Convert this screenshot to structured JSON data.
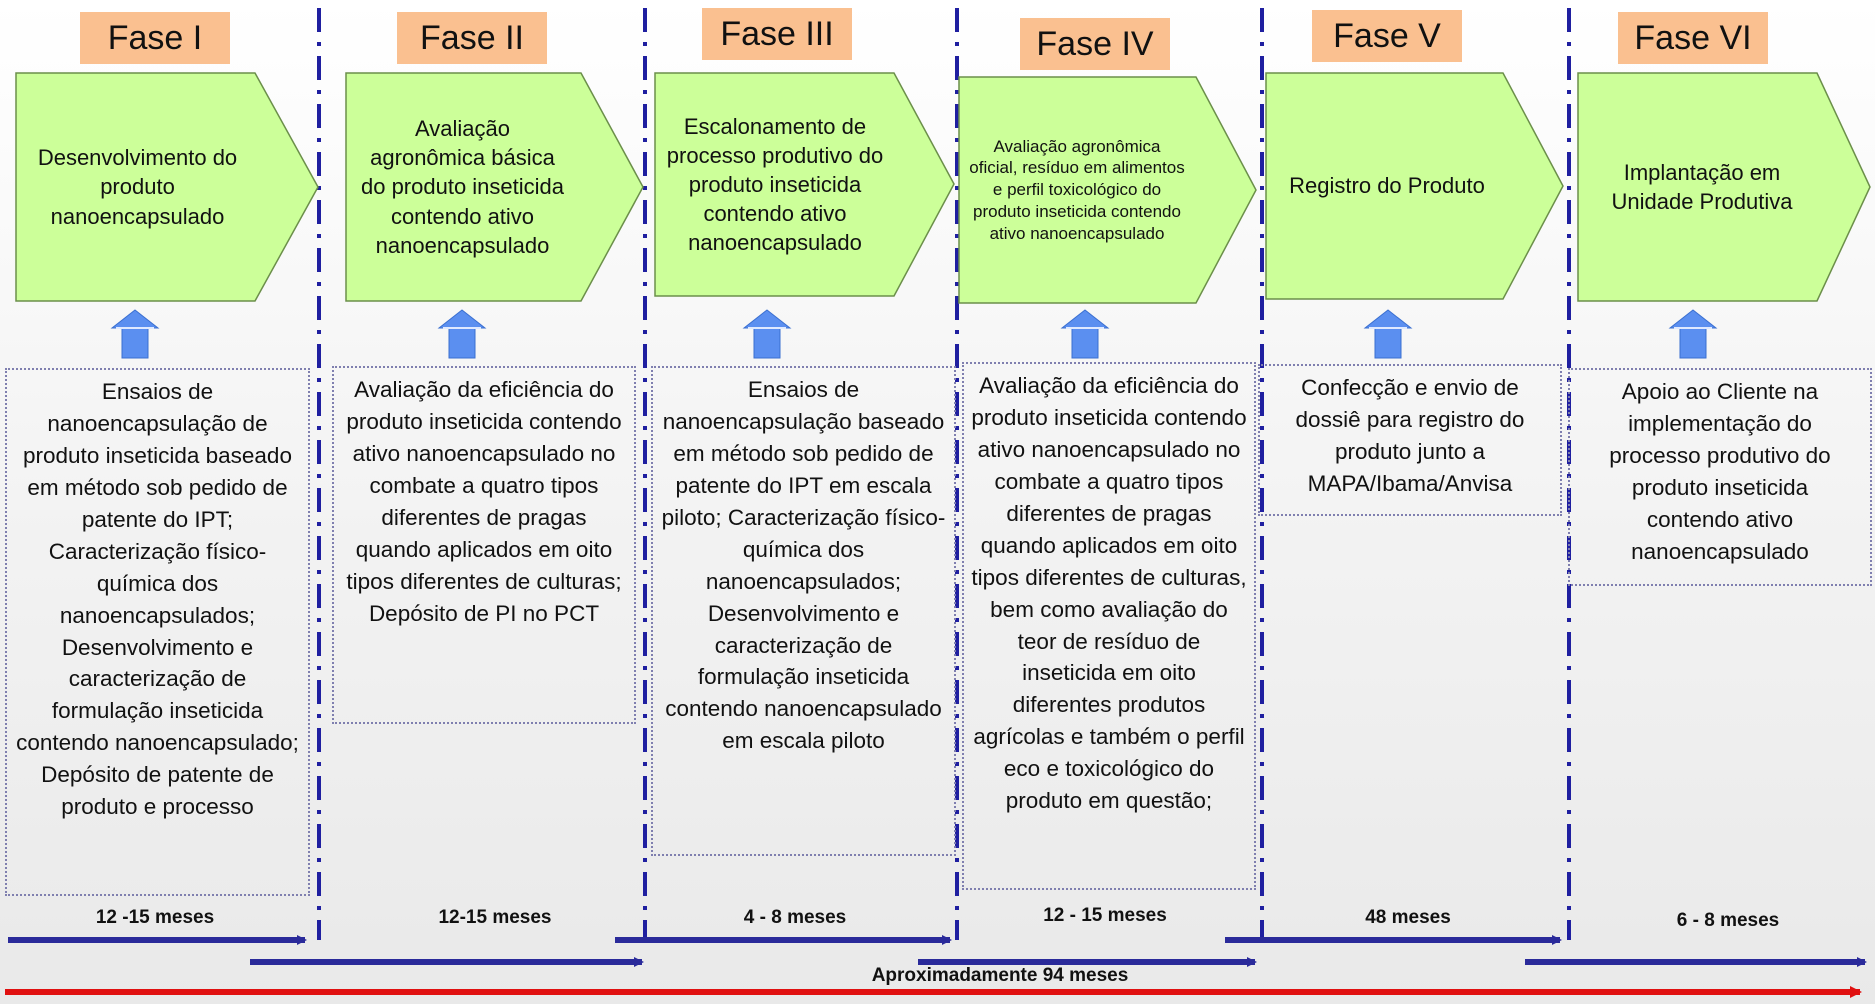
{
  "colors": {
    "phase_label_bg": "#fac090",
    "arrow_fill": "#ccff99",
    "up_arrow_fill": "#5b8ff0",
    "divider": "#1f1fa0",
    "phase_timeline_arrow": "#2a2a9a",
    "total_timeline_arrow": "#e01010"
  },
  "phases": [
    {
      "label": "Fase I",
      "title": "Desenvolvimento do produto nanoencapsulado",
      "description": "Ensaios de nanoencapsulação de produto inseticida baseado em método sob pedido de patente do IPT; Caracterização físico-química dos nanoencapsulados; Desenvolvimento e caracterização de formulação inseticida contendo nanoencapsulado; Depósito de patente de produto e processo",
      "duration": "12 -15  meses"
    },
    {
      "label": "Fase II",
      "title": "Avaliação agronômica básica do produto inseticida contendo ativo nanoencapsulado",
      "description": "Avaliação da eficiência do produto inseticida contendo ativo nanoencapsulado no combate a quatro tipos diferentes de pragas quando aplicados em oito tipos diferentes de culturas; Depósito de PI no PCT",
      "duration": "12-15 meses"
    },
    {
      "label": "Fase III",
      "title": "Escalonamento de processo produtivo do produto inseticida contendo ativo nanoencapsulado",
      "description": "Ensaios de nanoencapsulação baseado em método sob pedido de patente do IPT em escala piloto; Caracterização físico-química dos nanoencapsulados; Desenvolvimento e caracterização de formulação inseticida contendo nanoencapsulado em escala piloto",
      "duration": "4 - 8 meses"
    },
    {
      "label": "Fase IV",
      "title": "Avaliação agronômica oficial, resíduo em alimentos e perfil toxicológico do produto inseticida contendo ativo nanoencapsulado",
      "description": "Avaliação da eficiência do produto inseticida contendo ativo nanoencapsulado no combate a quatro tipos diferentes de pragas quando aplicados em oito tipos diferentes de culturas, bem como avaliação do teor de resíduo de inseticida em oito diferentes produtos agrícolas e também o perfil eco e toxicológico do produto em questão;",
      "duration": "12 - 15 meses"
    },
    {
      "label": "Fase V",
      "title": "Registro do Produto",
      "description": "Confecção e envio de dossiê para registro do produto junto a MAPA/Ibama/Anvisa",
      "duration": "48 meses"
    },
    {
      "label": "Fase VI",
      "title": "Implantação em Unidade Produtiva",
      "description": "Apoio ao Cliente na implementação do processo produtivo do produto inseticida contendo ativo nanoencapsulado",
      "duration": "6 - 8 meses"
    }
  ],
  "total": {
    "label": "Aproximadamente  94 meses"
  }
}
